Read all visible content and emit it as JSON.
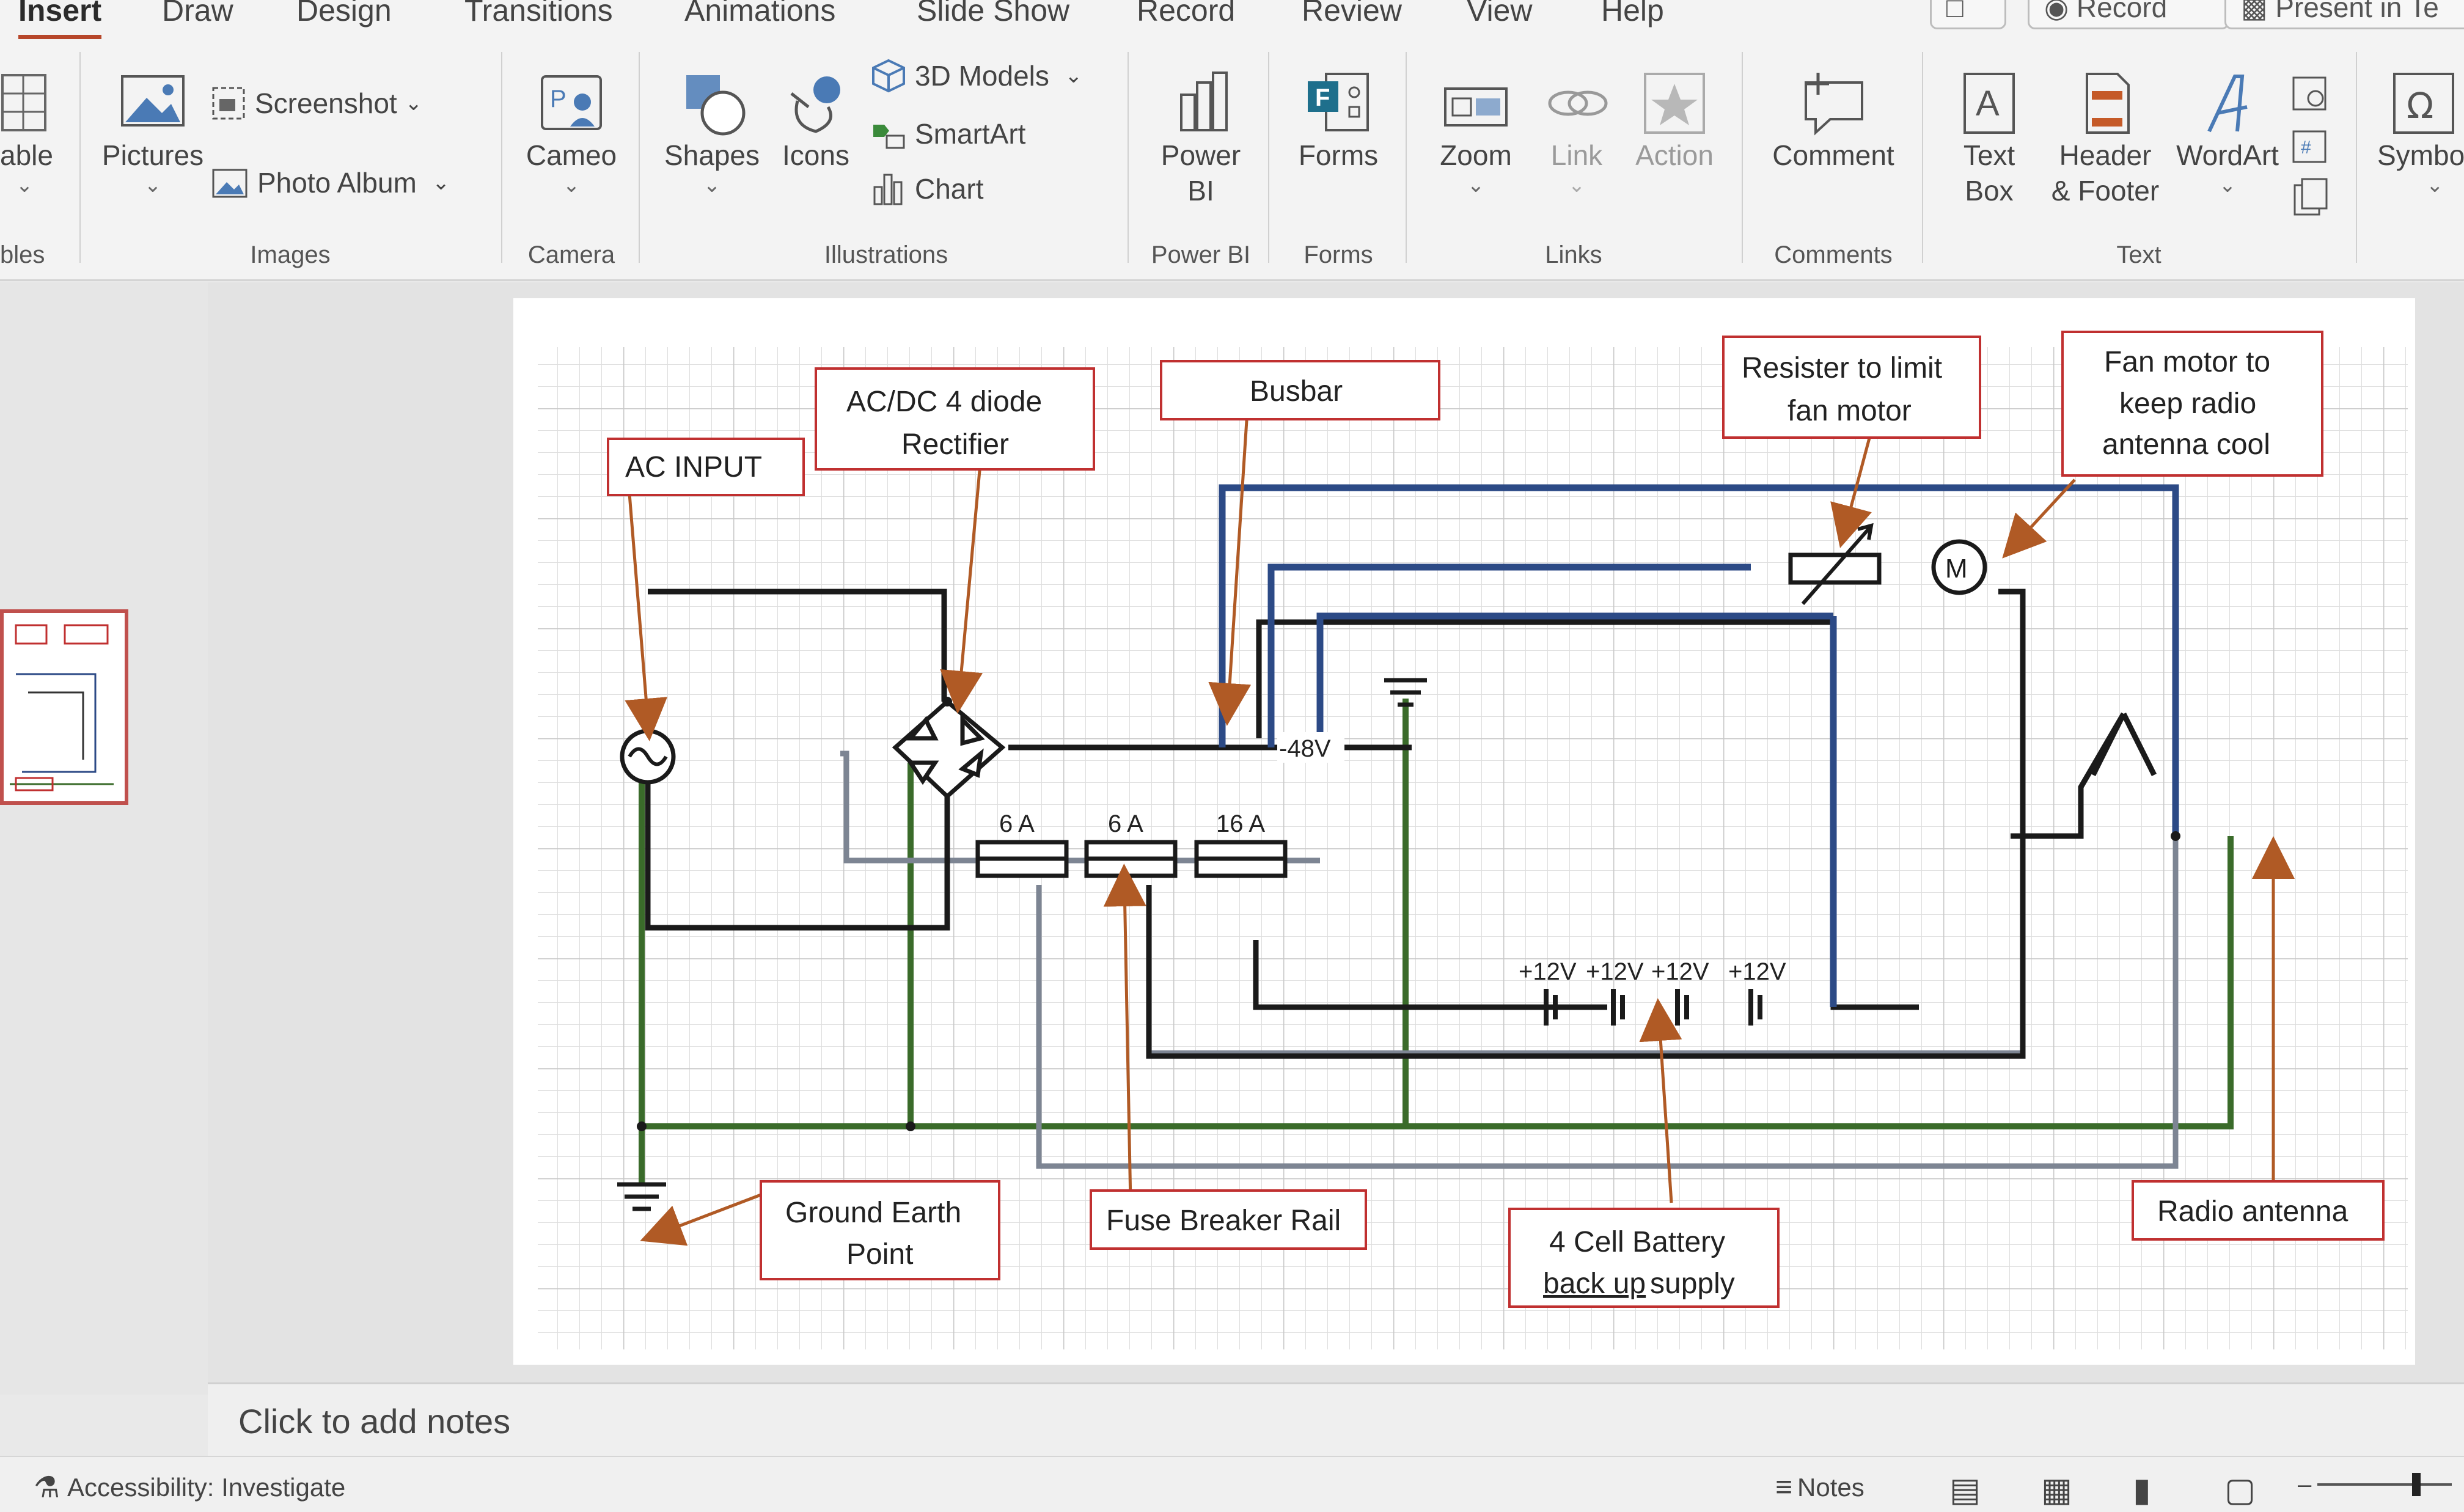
{
  "tabs": [
    "Insert",
    "Draw",
    "Design",
    "Transitions",
    "Animations",
    "Slide Show",
    "Record",
    "Review",
    "View",
    "Help"
  ],
  "top_buttons": {
    "record": "Record",
    "present": "Present in Te"
  },
  "ribbon": {
    "tables": {
      "label": "able",
      "group": "bles"
    },
    "images": {
      "pictures": "Pictures",
      "screenshot": "Screenshot",
      "photo_album": "Photo Album",
      "group": "Images"
    },
    "camera": {
      "cameo": "Cameo",
      "group": "Camera"
    },
    "illustrations": {
      "shapes": "Shapes",
      "icons": "Icons",
      "models": "3D Models",
      "smartart": "SmartArt",
      "chart": "Chart",
      "group": "Illustrations"
    },
    "powerbi": {
      "label1": "Power",
      "label2": "BI",
      "group": "Power BI"
    },
    "forms": {
      "label": "Forms",
      "group": "Forms"
    },
    "links": {
      "zoom": "Zoom",
      "link": "Link",
      "action": "Action",
      "group": "Links"
    },
    "comments": {
      "comment": "Comment",
      "group": "Comments"
    },
    "text": {
      "textbox1": "Text",
      "textbox2": "Box",
      "header1": "Header",
      "header2": "& Footer",
      "wordart": "WordArt",
      "group": "Text"
    },
    "symbols": {
      "label": "Symbo"
    }
  },
  "notes": {
    "placeholder": "Click to add notes"
  },
  "status": {
    "accessibility": "Accessibility: Investigate",
    "notes": "Notes"
  },
  "diagram": {
    "callouts": {
      "ac_input": "AC INPUT",
      "rectifier_1": "AC/DC 4 diode",
      "rectifier_2": "Rectifier",
      "busbar": "Busbar",
      "resister_1": "Resister to limit",
      "resister_2": "fan motor",
      "fan_1": "Fan motor to",
      "fan_2": "keep radio",
      "fan_3": "antenna cool",
      "ground_1": "Ground Earth",
      "ground_2": "Point",
      "fuse_rail": "Fuse Breaker Rail",
      "battery_1": "4 Cell Battery",
      "battery_2a": "back up",
      "battery_2b": " supply",
      "radio": "Radio antenna"
    },
    "voltage": "-48V",
    "fuses": [
      "6 A",
      "6 A",
      "16 A"
    ],
    "cells": [
      "+12V",
      "+12V",
      "+12V",
      "+12V"
    ],
    "motor_letter": "M",
    "colors": {
      "black_wire": "#1a1a1a",
      "blue_wire": "#2c4a86",
      "green_wire": "#3a6b2a",
      "gray_wire": "#7d8593",
      "callout_border": "#c03030",
      "arrow": "#b05a25"
    }
  }
}
